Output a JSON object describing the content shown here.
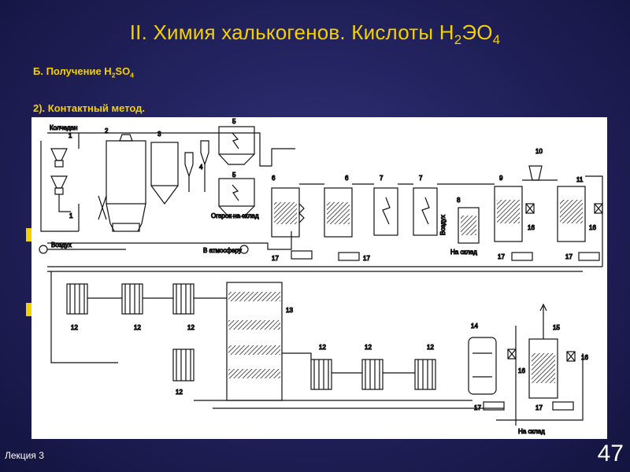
{
  "header": {
    "title_prefix": "II. Химия халькогенов. Кислоты H",
    "title_sub1": "2",
    "title_mid": "ЭО",
    "title_sub2": "4"
  },
  "section": {
    "prefix": "Б. Получение H",
    "sub1": "2",
    "mid": "SO",
    "sub2": "4"
  },
  "method": "2). Контактный метод.",
  "diagram": {
    "labels": {
      "kolchedan": "Колчедан",
      "vozdukh_top": "Воздух",
      "vozdukh_mid": "Воздух",
      "ogarok": "Огарок на склад",
      "atmosfera": "В атмосферу",
      "na_sklad_1": "На склад",
      "na_sklad_2": "На склад"
    },
    "numbers": [
      "1",
      "2",
      "3",
      "4",
      "5",
      "6",
      "7",
      "8",
      "9",
      "10",
      "11",
      "12",
      "13",
      "14",
      "15",
      "16",
      "17"
    ]
  },
  "footer": {
    "lecture": "Лекция 3",
    "page": "47"
  }
}
